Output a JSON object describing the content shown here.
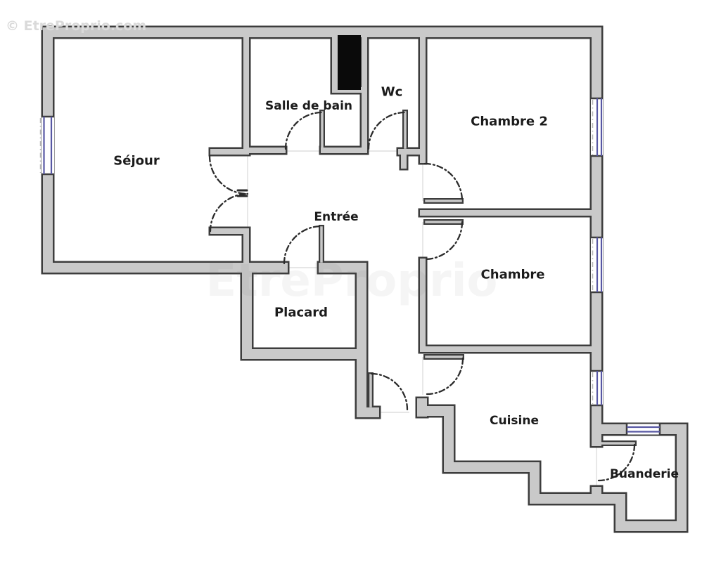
{
  "watermark": {
    "text": "© EtreProprio.com",
    "ghost_text": "EtreProprio"
  },
  "floorplan": {
    "rooms": [
      {
        "id": "sejour",
        "label": "Séjour"
      },
      {
        "id": "salle-de-bain",
        "label": "Salle de bain"
      },
      {
        "id": "wc",
        "label": "Wc"
      },
      {
        "id": "chambre-2",
        "label": "Chambre 2"
      },
      {
        "id": "entree",
        "label": "Entrée"
      },
      {
        "id": "chambre",
        "label": "Chambre"
      },
      {
        "id": "placard",
        "label": "Placard"
      },
      {
        "id": "cuisine",
        "label": "Cuisine"
      },
      {
        "id": "buanderie",
        "label": "Buanderie"
      }
    ]
  },
  "colors": {
    "background": "#ffffff",
    "wall_fill": "#c9c9c9",
    "wall_outline": "#3d3d3d",
    "window_blue": "#5757a3",
    "duct_black": "#0a0a0a",
    "door_arc": "#2b2b2b",
    "guide_line": "#dedede",
    "label_text": "#1b1b1b",
    "watermark_gray": "#dadada"
  }
}
